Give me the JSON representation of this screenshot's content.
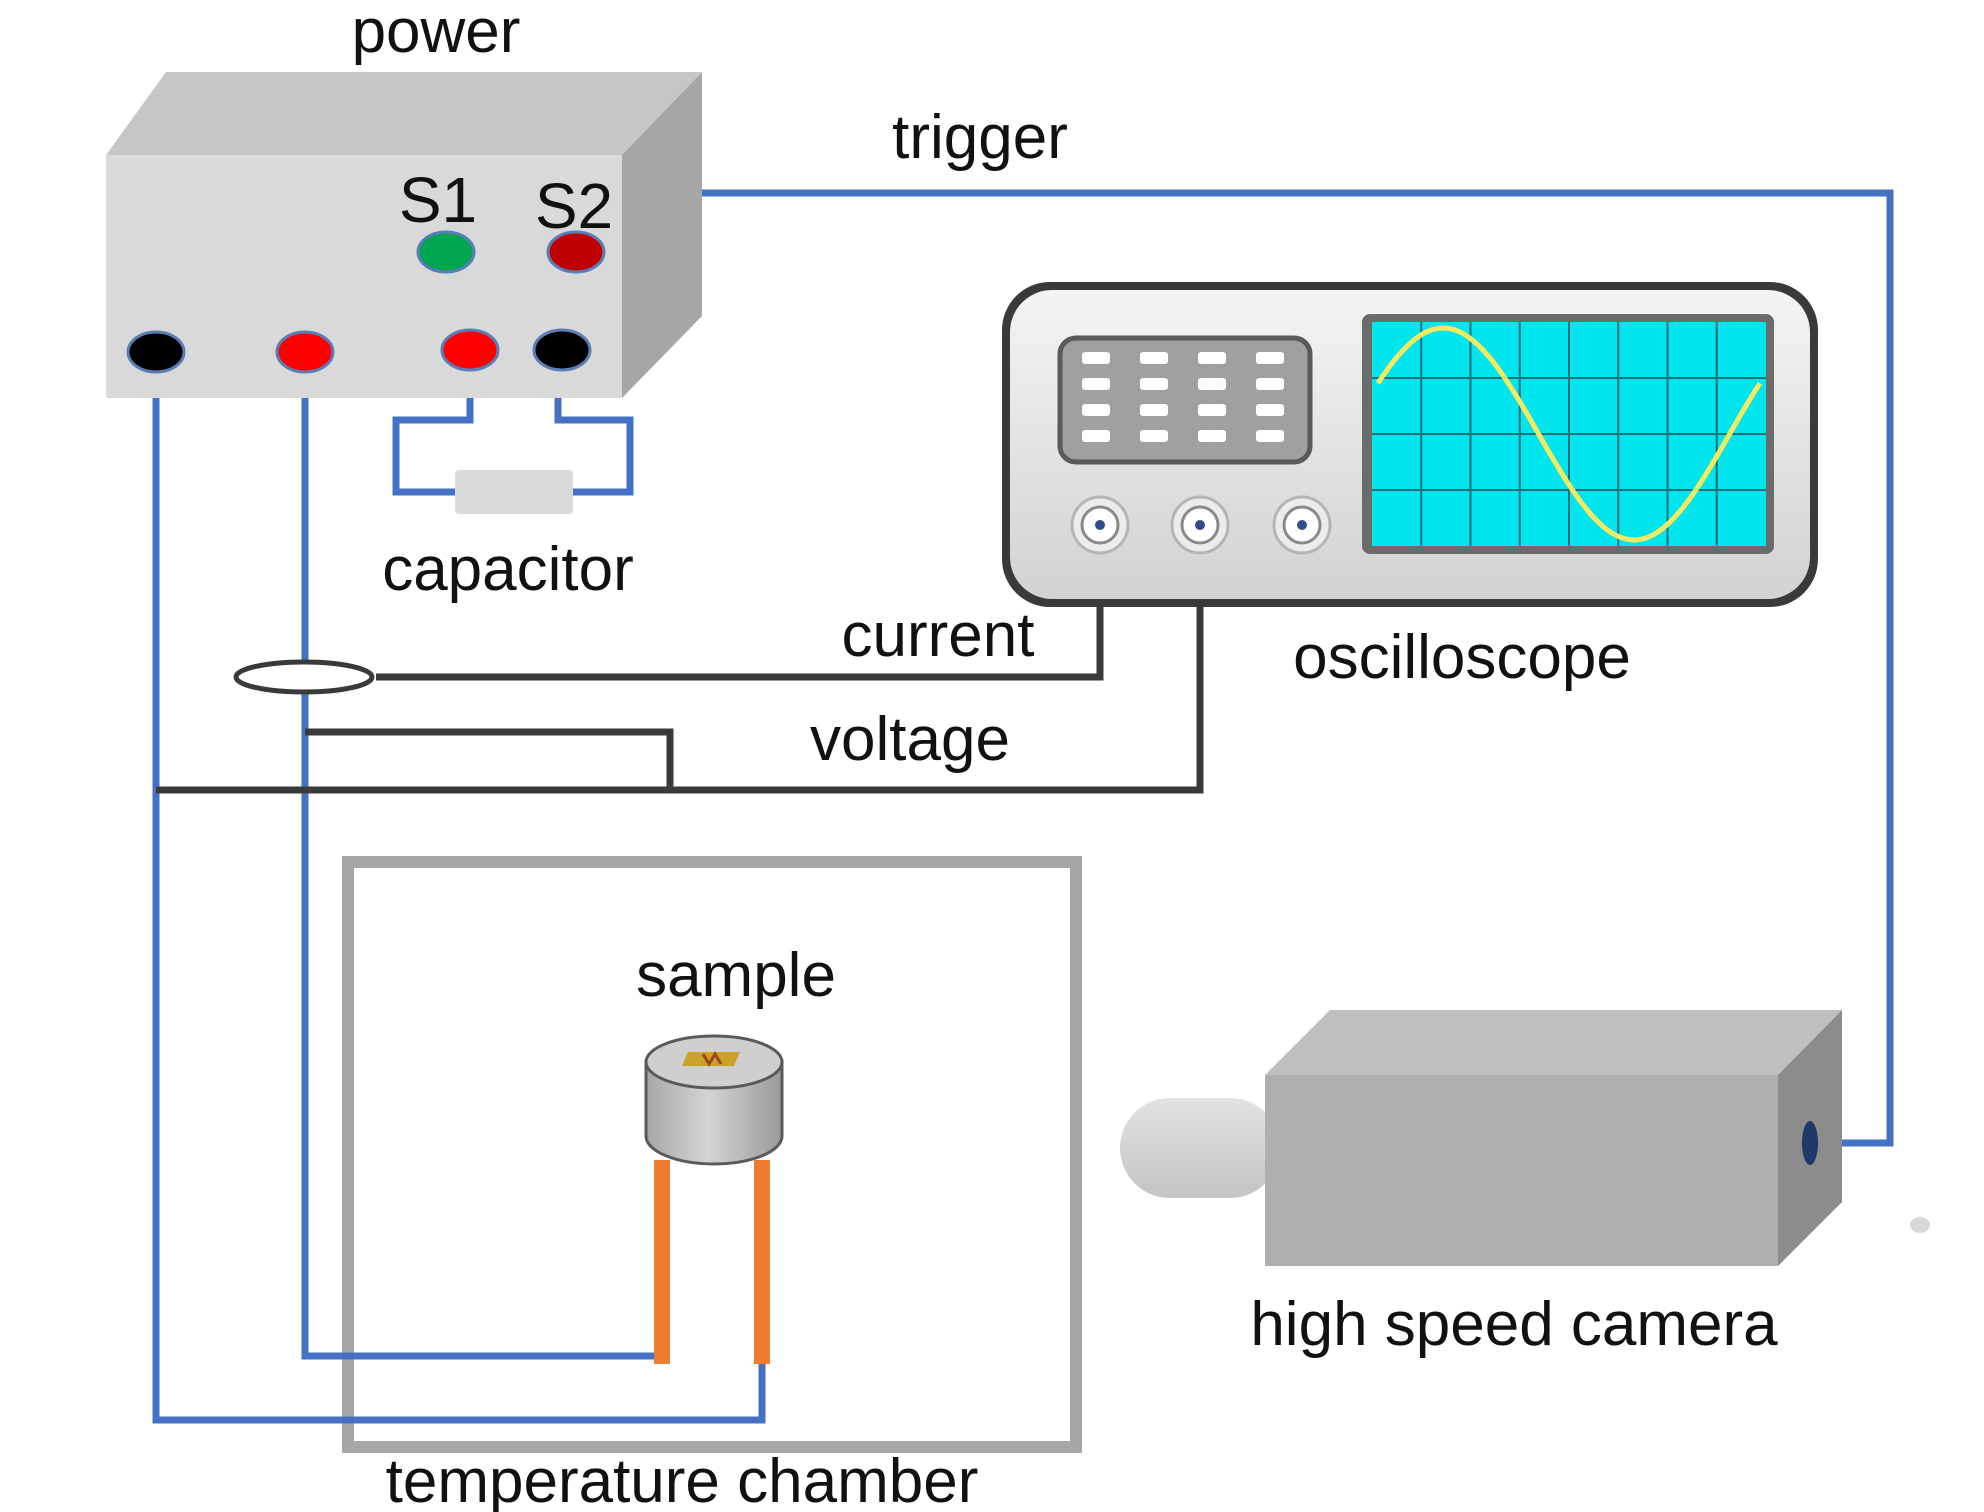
{
  "labels": {
    "power": "power",
    "s1": "S1",
    "s2": "S2",
    "trigger": "trigger",
    "capacitor": "capacitor",
    "current": "current",
    "voltage": "voltage",
    "oscilloscope": "oscilloscope",
    "sample": "sample",
    "high_speed_camera": "high speed camera",
    "temperature_chamber": "temperature chamber"
  },
  "colors": {
    "wire_blue": "#4472c4",
    "wire_dark": "#3a3a3a",
    "lead_orange": "#ed7d31",
    "box_gray": "#d9d9d9",
    "switch_green": "#00a651",
    "switch_red": "#c00000",
    "terminal_red": "#ff0000",
    "terminal_black": "#000000",
    "screen_cyan": "#00e5ee",
    "wave_yellow": "#f5e960"
  },
  "icons": {
    "power": "power-supply-box-icon",
    "oscilloscope": "oscilloscope-icon",
    "camera": "high-speed-camera-icon",
    "sample": "cylindrical-sample-icon"
  }
}
